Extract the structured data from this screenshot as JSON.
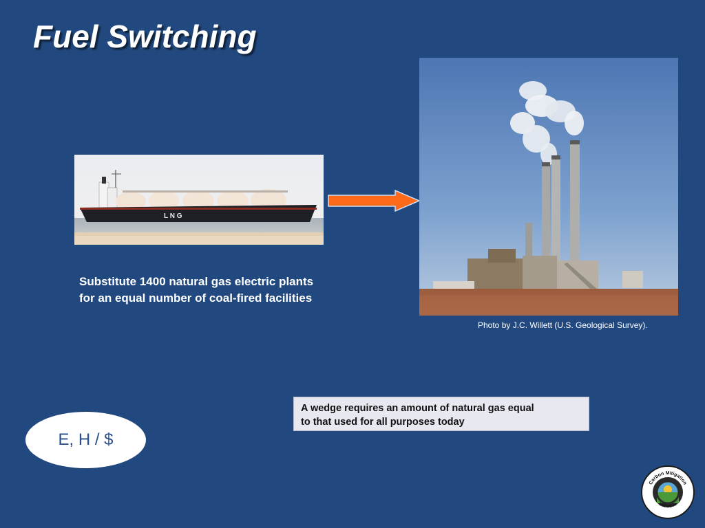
{
  "slide": {
    "title": "Fuel Switching",
    "caption_lines": [
      "Substitute 1400 natural gas electric plants",
      "for an equal number of coal-fired facilities"
    ],
    "photo_credit": "Photo by J.C. Willett (U.S. Geological Survey).",
    "note_lines": [
      "A wedge requires an amount of natural gas equal",
      "to that used for all purposes today"
    ],
    "oval_label": "E, H / $",
    "ship_hull_text": "L  N  G",
    "logo_text_top": "Carbon Mitigation",
    "logo_text_bottom": "Initiative"
  },
  "colors": {
    "background": "#22497f",
    "arrow": "#ff6a1a",
    "oval_text": "#2a4f8a"
  },
  "icons": {
    "arrow": "right-arrow-icon",
    "logo": "carbon-mitigation-initiative-logo"
  }
}
